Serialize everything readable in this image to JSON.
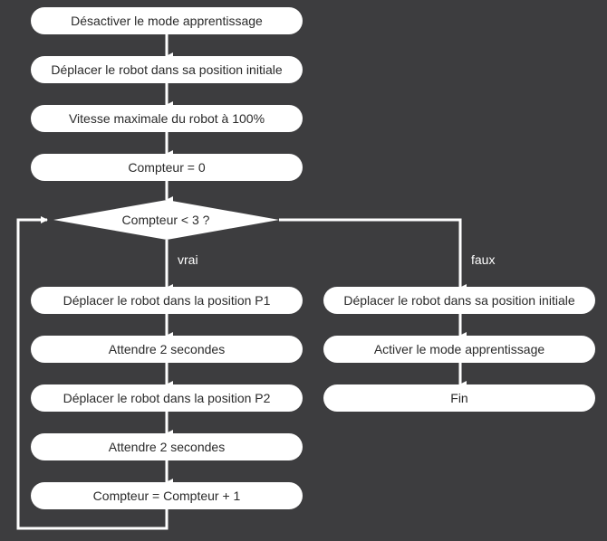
{
  "steps": {
    "s1": "Désactiver le mode apprentissage",
    "s2": "Déplacer le robot dans sa position initiale",
    "s3": "Vitesse maximale du robot à 100%",
    "s4": "Compteur = 0"
  },
  "decision": {
    "label": "Compteur < 3 ?",
    "true_label": "vrai",
    "false_label": "faux"
  },
  "loop_steps": {
    "l1": "Déplacer le robot dans la position P1",
    "l2": "Attendre 2 secondes",
    "l3": "Déplacer le robot dans la position P2",
    "l4": "Attendre 2 secondes",
    "l5": "Compteur = Compteur + 1"
  },
  "end_steps": {
    "e1": "Déplacer le robot dans sa position initiale",
    "e2": "Activer le mode apprentissage",
    "e3": "Fin"
  },
  "colors": {
    "background": "#3d3d3f",
    "box": "#ffffff",
    "line": "#ffffff",
    "text": "#2a2a2a"
  }
}
